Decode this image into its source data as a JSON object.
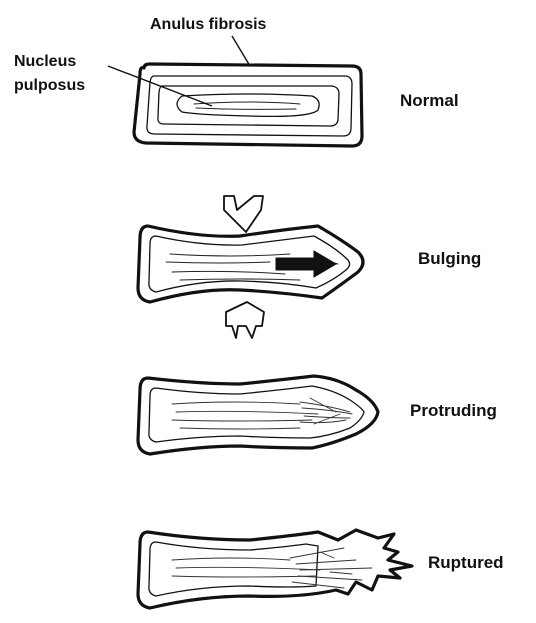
{
  "labels": {
    "anulus": "Anulus fibrosis",
    "nucleus": [
      "Nucleus",
      "pulposus"
    ]
  },
  "stages": [
    {
      "label": "Normal"
    },
    {
      "label": "Bulging"
    },
    {
      "label": "Protruding"
    },
    {
      "label": "Ruptured"
    }
  ]
}
